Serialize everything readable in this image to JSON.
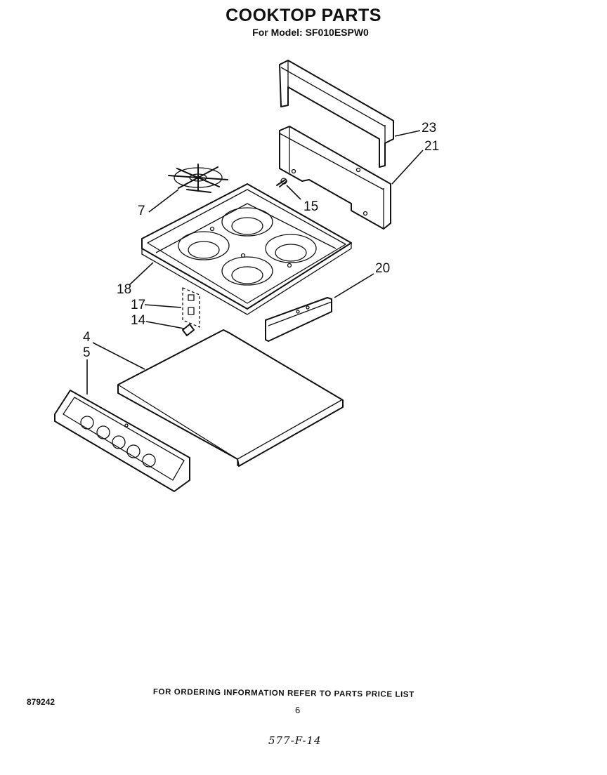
{
  "header": {
    "title": "COOKTOP PARTS",
    "subtitle": "For Model: SF010ESPW0"
  },
  "callouts": [
    {
      "id": "4",
      "label": "4"
    },
    {
      "id": "5",
      "label": "5"
    },
    {
      "id": "7",
      "label": "7"
    },
    {
      "id": "14",
      "label": "14"
    },
    {
      "id": "15",
      "label": "15"
    },
    {
      "id": "17",
      "label": "17"
    },
    {
      "id": "18",
      "label": "18"
    },
    {
      "id": "20",
      "label": "20"
    },
    {
      "id": "21",
      "label": "21"
    },
    {
      "id": "23",
      "label": "23"
    }
  ],
  "footer": {
    "ordering_note": "FOR ORDERING INFORMATION REFER TO PARTS PRICE LIST",
    "doc_number": "879242",
    "page_number": "6",
    "handwritten_code": "577-F-14"
  }
}
